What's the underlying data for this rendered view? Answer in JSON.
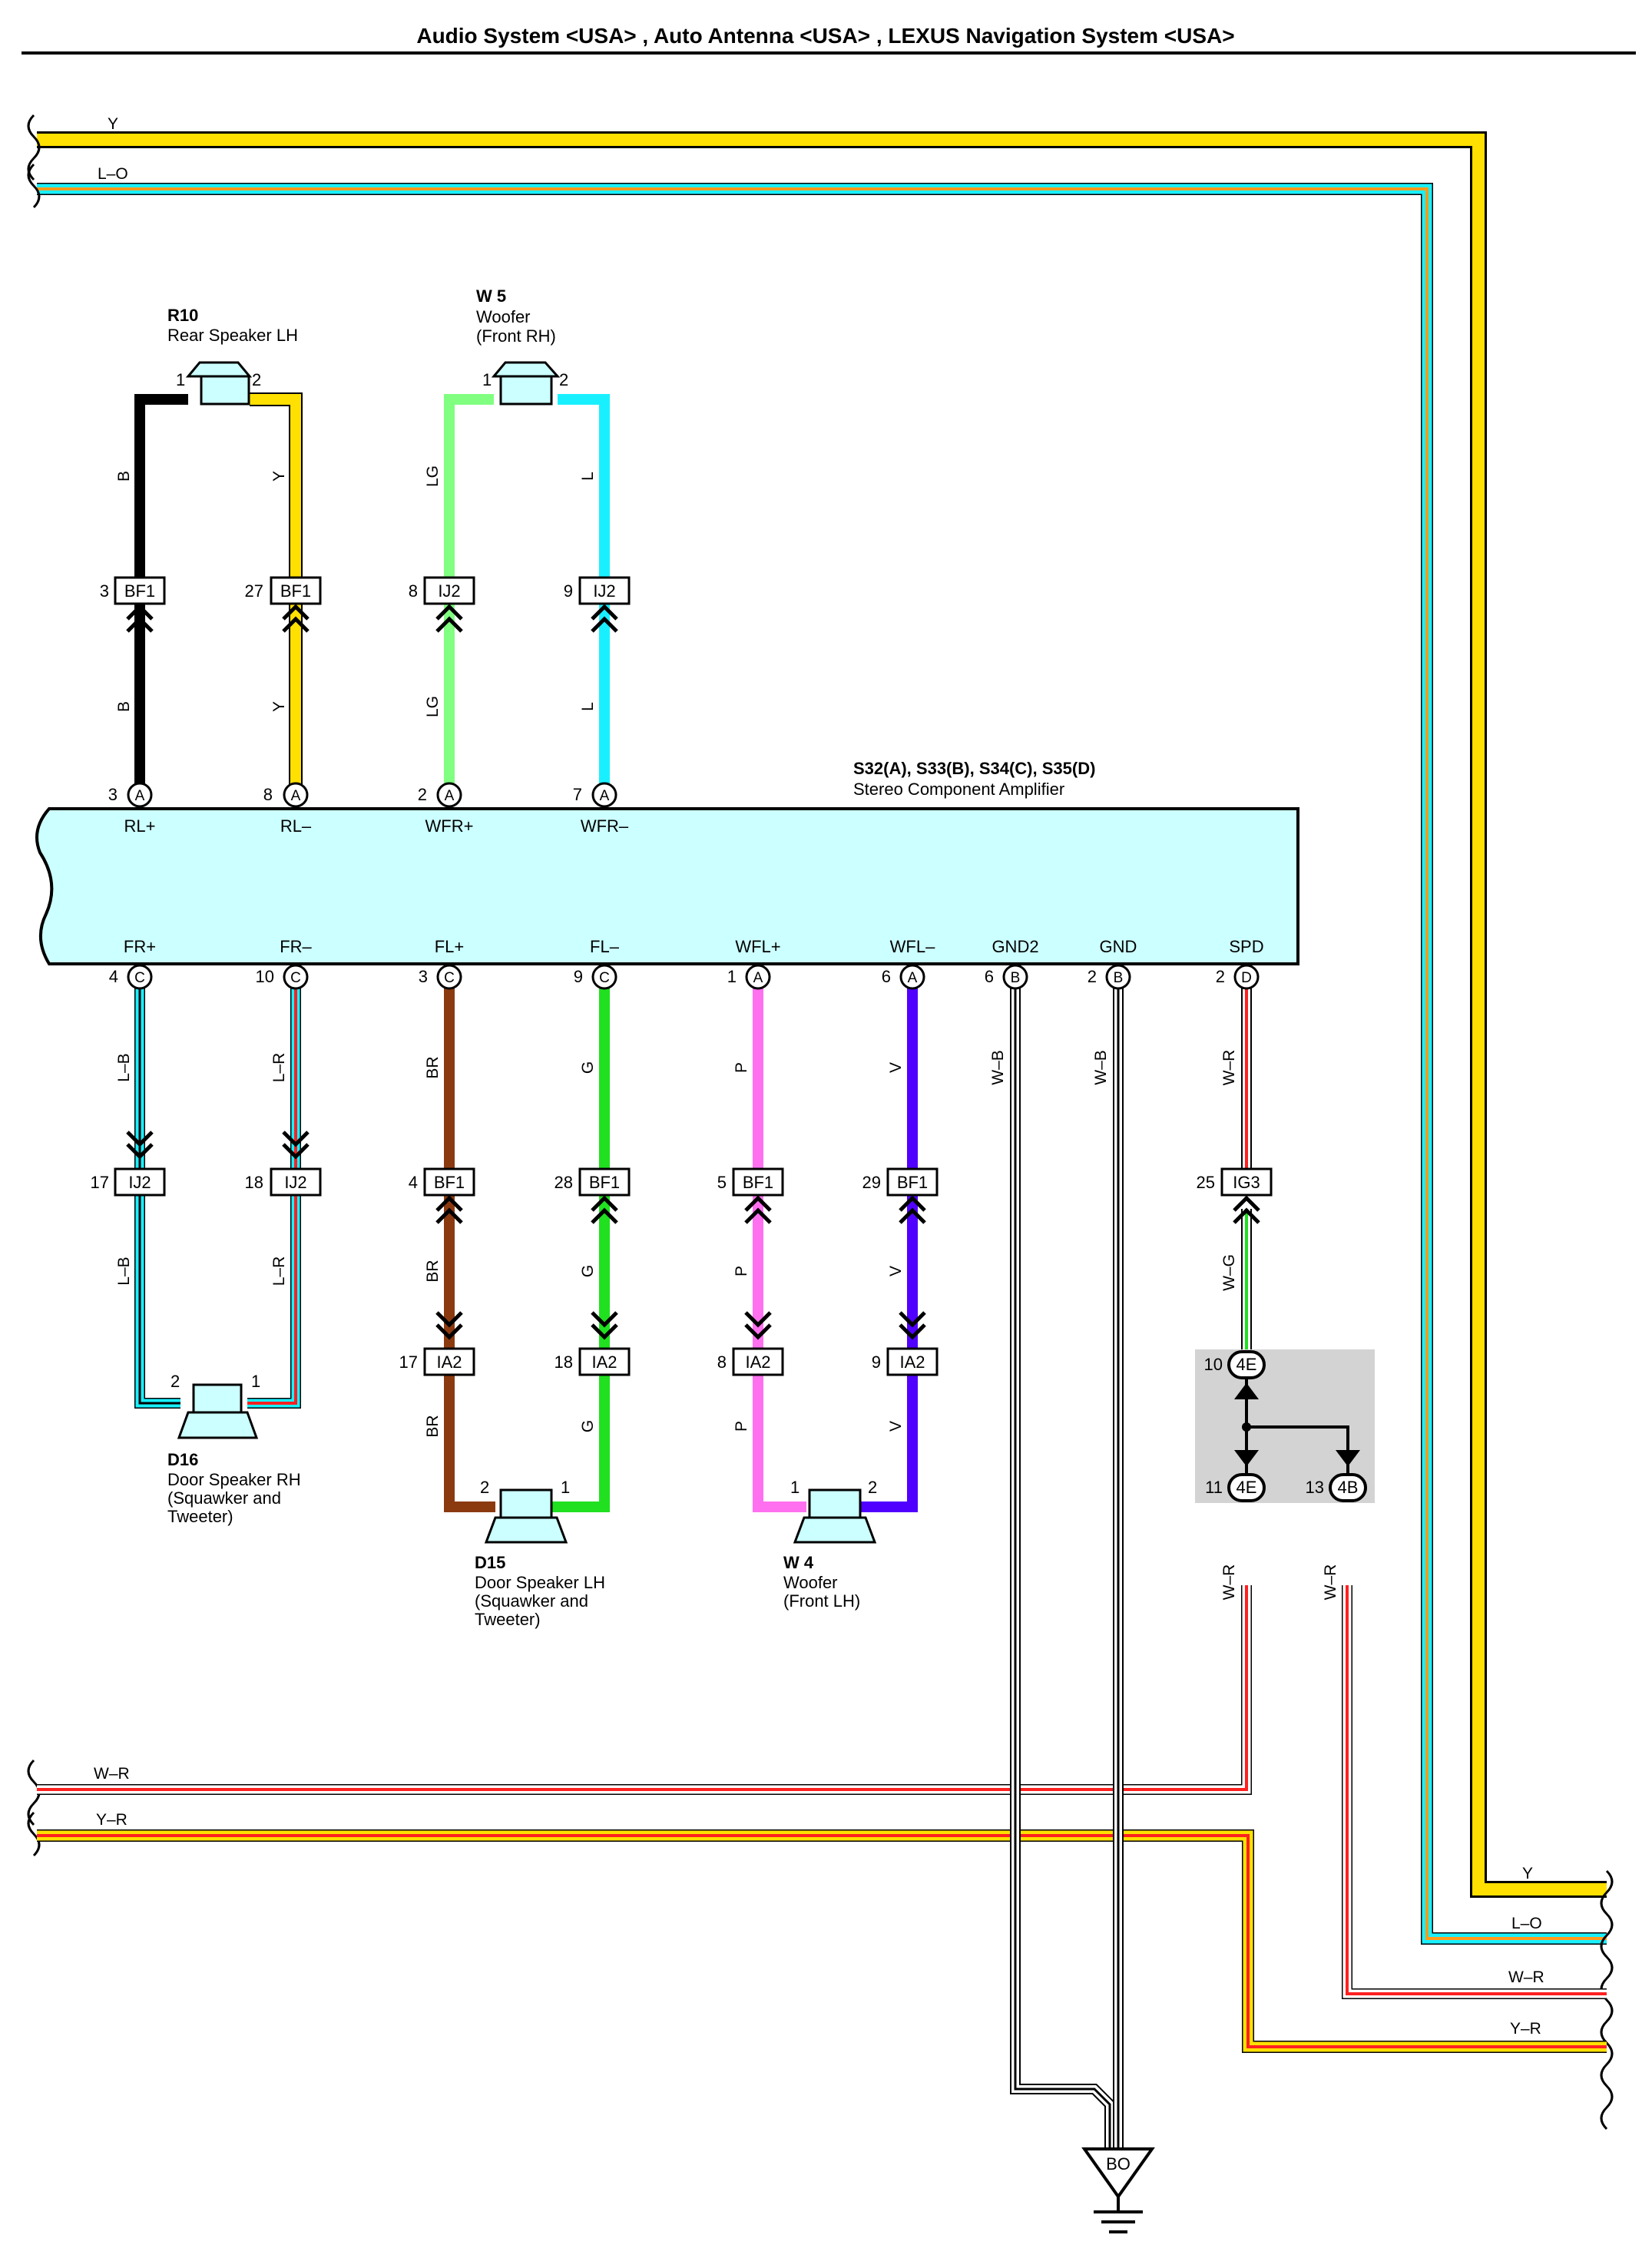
{
  "title": "Audio System <USA> , Auto Antenna <USA> , LEXUS Navigation System <USA>",
  "colors": {
    "Y": "#ffe000",
    "L": "#19f0ff",
    "O": "#ff9a1c",
    "B": "#000000",
    "LG": "#80ff80",
    "BR": "#8b3a10",
    "G": "#20e020",
    "P": "#ff70f0",
    "V": "#5000ff",
    "R": "#ff2020",
    "W": "#ffffff",
    "amp_fill": "#ccffff",
    "junction_fill": "#d3d3d3"
  },
  "wires": {
    "y_top": "Y",
    "lo_top": "L–O",
    "wr_left": "W–R",
    "yr_left": "Y–R",
    "y_right": "Y",
    "lo_right": "L–O",
    "wr_right": "W–R",
    "yr_right": "Y–R",
    "rl_plus_upper": "B",
    "rl_plus_lower": "B",
    "rl_minus_upper": "Y",
    "rl_minus_lower": "Y",
    "wfr_plus_upper": "LG",
    "wfr_plus_lower": "LG",
    "wfr_minus_upper": "L",
    "wfr_minus_lower": "L",
    "fr_plus_upper": "L–B",
    "fr_plus_lower": "L–B",
    "fr_minus_upper": "L–R",
    "fr_minus_lower": "L–R",
    "fl_plus_a": "BR",
    "fl_plus_b": "BR",
    "fl_plus_c": "BR",
    "fl_minus_a": "G",
    "fl_minus_b": "G",
    "fl_minus_c": "G",
    "wfl_plus_a": "P",
    "wfl_plus_b": "P",
    "wfl_plus_c": "P",
    "wfl_minus_a": "V",
    "wfl_minus_b": "V",
    "wfl_minus_c": "V",
    "gnd2": "W–B",
    "gnd": "W–B",
    "spd_upper": "W–R",
    "spd_mid": "W–G",
    "spd_lower_a": "W–R",
    "spd_lower_b": "W–R"
  },
  "components": {
    "r10": {
      "id": "R10",
      "name": "Rear Speaker LH",
      "pin1": "1",
      "pin2": "2"
    },
    "w5": {
      "id": "W 5",
      "line1": "Woofer",
      "line2": "(Front RH)",
      "pin1": "1",
      "pin2": "2"
    },
    "d16": {
      "id": "D16",
      "line1": "Door Speaker RH",
      "line2": "(Squawker and",
      "line3": " Tweeter)",
      "pin1": "1",
      "pin2": "2"
    },
    "d15": {
      "id": "D15",
      "line1": "Door Speaker LH",
      "line2": "(Squawker and",
      "line3": " Tweeter)",
      "pin1": "1",
      "pin2": "2"
    },
    "w4": {
      "id": "W 4",
      "line1": "Woofer",
      "line2": "(Front LH)",
      "pin1": "1",
      "pin2": "2"
    },
    "amp": {
      "id": "S32(A), S33(B), S34(C), S35(D)",
      "name": "Stereo Component Amplifier"
    },
    "ground": {
      "id": "BO"
    }
  },
  "amp_top_terminals": [
    {
      "pin": "3",
      "conn": "A",
      "label": "RL+"
    },
    {
      "pin": "8",
      "conn": "A",
      "label": "RL–"
    },
    {
      "pin": "2",
      "conn": "A",
      "label": "WFR+"
    },
    {
      "pin": "7",
      "conn": "A",
      "label": "WFR–"
    }
  ],
  "amp_bottom_terminals": [
    {
      "pin": "4",
      "conn": "C",
      "label": "FR+"
    },
    {
      "pin": "10",
      "conn": "C",
      "label": "FR–"
    },
    {
      "pin": "3",
      "conn": "C",
      "label": "FL+"
    },
    {
      "pin": "9",
      "conn": "C",
      "label": "FL–"
    },
    {
      "pin": "1",
      "conn": "A",
      "label": "WFL+"
    },
    {
      "pin": "6",
      "conn": "A",
      "label": "WFL–"
    },
    {
      "pin": "6",
      "conn": "B",
      "label": "GND2"
    },
    {
      "pin": "2",
      "conn": "B",
      "label": "GND"
    },
    {
      "pin": "2",
      "conn": "D",
      "label": "SPD"
    }
  ],
  "connectors": {
    "bf1_3": {
      "pin": "3",
      "name": "BF1"
    },
    "bf1_27": {
      "pin": "27",
      "name": "BF1"
    },
    "ij2_8": {
      "pin": "8",
      "name": "IJ2"
    },
    "ij2_9": {
      "pin": "9",
      "name": "IJ2"
    },
    "ij2_17": {
      "pin": "17",
      "name": "IJ2"
    },
    "ij2_18": {
      "pin": "18",
      "name": "IJ2"
    },
    "bf1_4": {
      "pin": "4",
      "name": "BF1"
    },
    "bf1_28": {
      "pin": "28",
      "name": "BF1"
    },
    "bf1_5": {
      "pin": "5",
      "name": "BF1"
    },
    "bf1_29": {
      "pin": "29",
      "name": "BF1"
    },
    "ig3_25": {
      "pin": "25",
      "name": "IG3"
    },
    "ia2_17": {
      "pin": "17",
      "name": "IA2"
    },
    "ia2_18": {
      "pin": "18",
      "name": "IA2"
    },
    "ia2_8": {
      "pin": "8",
      "name": "IA2"
    },
    "ia2_9": {
      "pin": "9",
      "name": "IA2"
    }
  },
  "junction": {
    "top": {
      "pin": "10",
      "name": "4E"
    },
    "left": {
      "pin": "11",
      "name": "4E"
    },
    "right": {
      "pin": "13",
      "name": "4B"
    }
  }
}
